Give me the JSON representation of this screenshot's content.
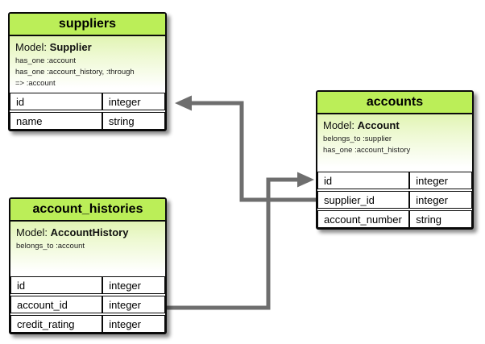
{
  "diagram": {
    "tables": [
      {
        "title": "suppliers",
        "model_label": "Model:",
        "model": "Supplier",
        "associations": [
          "has_one :account",
          "has_one :account_history, :through",
          "=> :account"
        ],
        "columns": [
          {
            "name": "id",
            "type": "integer"
          },
          {
            "name": "name",
            "type": "string"
          }
        ]
      },
      {
        "title": "accounts",
        "model_label": "Model:",
        "model": "Account",
        "associations": [
          "belongs_to :supplier",
          "has_one :account_history"
        ],
        "columns": [
          {
            "name": "id",
            "type": "integer"
          },
          {
            "name": "supplier_id",
            "type": "integer"
          },
          {
            "name": "account_number",
            "type": "string"
          }
        ]
      },
      {
        "title": "account_histories",
        "model_label": "Model:",
        "model": "AccountHistory",
        "associations": [
          "belongs_to :account"
        ],
        "columns": [
          {
            "name": "id",
            "type": "integer"
          },
          {
            "name": "account_id",
            "type": "integer"
          },
          {
            "name": "credit_rating",
            "type": "integer"
          }
        ]
      }
    ],
    "connections": [
      {
        "from": "accounts.supplier_id",
        "to": "suppliers.id"
      },
      {
        "from": "account_histories.account_id",
        "to": "accounts.id"
      }
    ],
    "colors": {
      "header_green": "#bbee58",
      "gradient_top_green": "#e1f4b3",
      "connector_gray": "#6e6e6e"
    }
  }
}
